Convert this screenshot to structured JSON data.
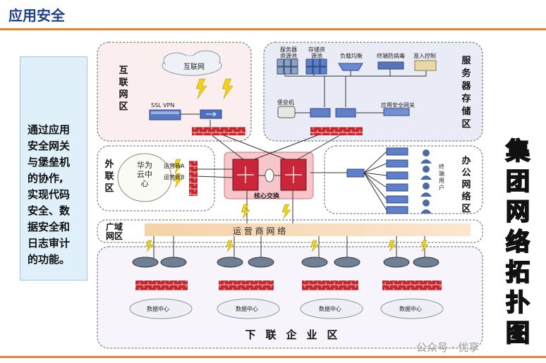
{
  "header": {
    "title": "应用安全"
  },
  "side_text": {
    "lines": [
      "通过应用",
      "安全网关",
      "与堡垒机",
      "的协作,",
      "实现代码",
      "安全、数",
      "据安全和",
      "日志审计",
      "的功能。"
    ]
  },
  "vertical_title": {
    "chars": [
      "集",
      "团",
      "网",
      "络",
      "拓",
      "扑",
      "图"
    ]
  },
  "zones": {
    "internet": "互联网区",
    "server": "服务器存储区",
    "external": "外联区",
    "office": "办公网络区",
    "wan": "广域网区",
    "subsidiary": "下联企业区"
  },
  "nodes": {
    "internet_cloud": "互联网",
    "ssl_vpn": "SSL VPN",
    "server_pool": "服务器资源池",
    "storage_pool": "存储资源池",
    "load_balance": "负载均衡",
    "antivirus": "终端防病毒",
    "access_control": "准入控制",
    "bastion": "堡垒机",
    "app_gateway": "应用安全网关",
    "huawei_cloud": "华为云中心",
    "carrier_a": "运营商A",
    "carrier_b": "运营商B",
    "core_switch": "核心交换",
    "terminal_users": "终端用户",
    "carrier_network": "运 营 商 网 络",
    "datacenter": [
      "数据中心",
      "数据中心",
      "数据中心",
      "数据中心"
    ]
  },
  "watermark": "公众号 · 优享"
}
